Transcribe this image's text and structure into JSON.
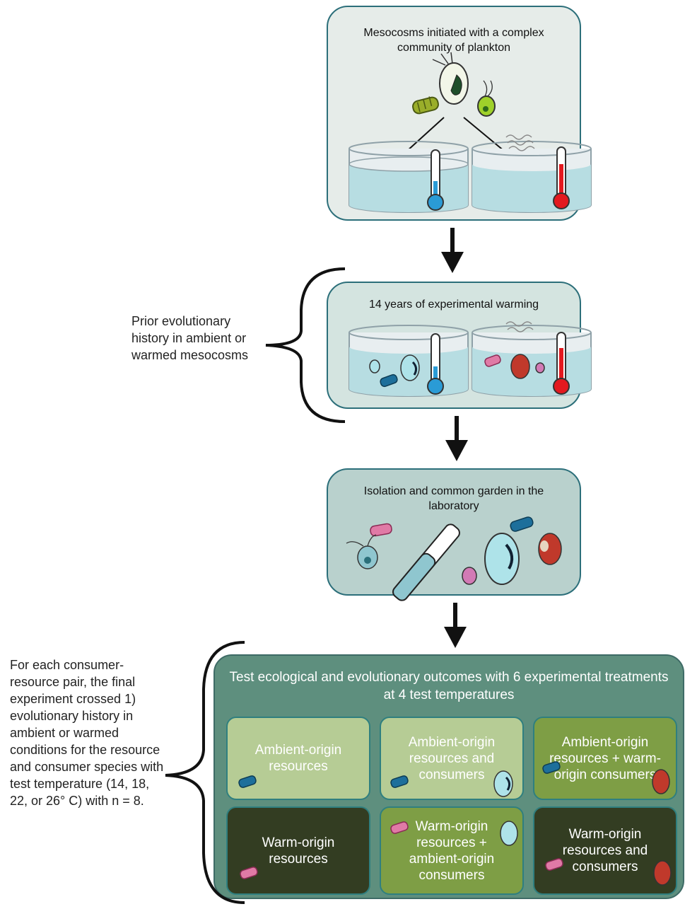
{
  "stages": [
    {
      "title": "Mesocosms initiated with a complex community of plankton"
    },
    {
      "title": "14 years of experimental warming"
    },
    {
      "title": "Isolation and common garden in the laboratory"
    },
    {
      "title": "Test ecological and evolutionary outcomes with 6 experimental treatments at 4 test temperatures"
    }
  ],
  "notes": {
    "prior_history": "Prior evolutionary history in ambient or warmed mesocosms",
    "final_experiment": "For each consumer-resource pair, the final experiment crossed 1) evolutionary history in ambient or warmed conditions for the resource and consumer species with test temperature (14, 18, 22, or 26° C) with n = 8."
  },
  "treatments": [
    {
      "label": "Ambient-origin resources"
    },
    {
      "label": "Ambient-origin resources and consumers"
    },
    {
      "label": "Ambient-origin resources + warm-origin consumers"
    },
    {
      "label": "Warm-origin resources"
    },
    {
      "label": "Warm-origin resources + ambient-origin consumers"
    },
    {
      "label": "Warm-origin resources and consumers"
    }
  ],
  "colors": {
    "box_border": "#2c6f7a",
    "stage1_fill": "#e6ece9",
    "stage2_fill": "#d4e4e0",
    "stage3_fill": "#b9d1cd",
    "outer_panel": "#5e8f7e",
    "light_cell": "#b6cc95",
    "mid_cell": "#7e9e45",
    "dark_cell": "#333d22",
    "ambient_blue": "#2a9bd6",
    "warm_red": "#e3191f",
    "warm_pink": "#d24a86"
  }
}
